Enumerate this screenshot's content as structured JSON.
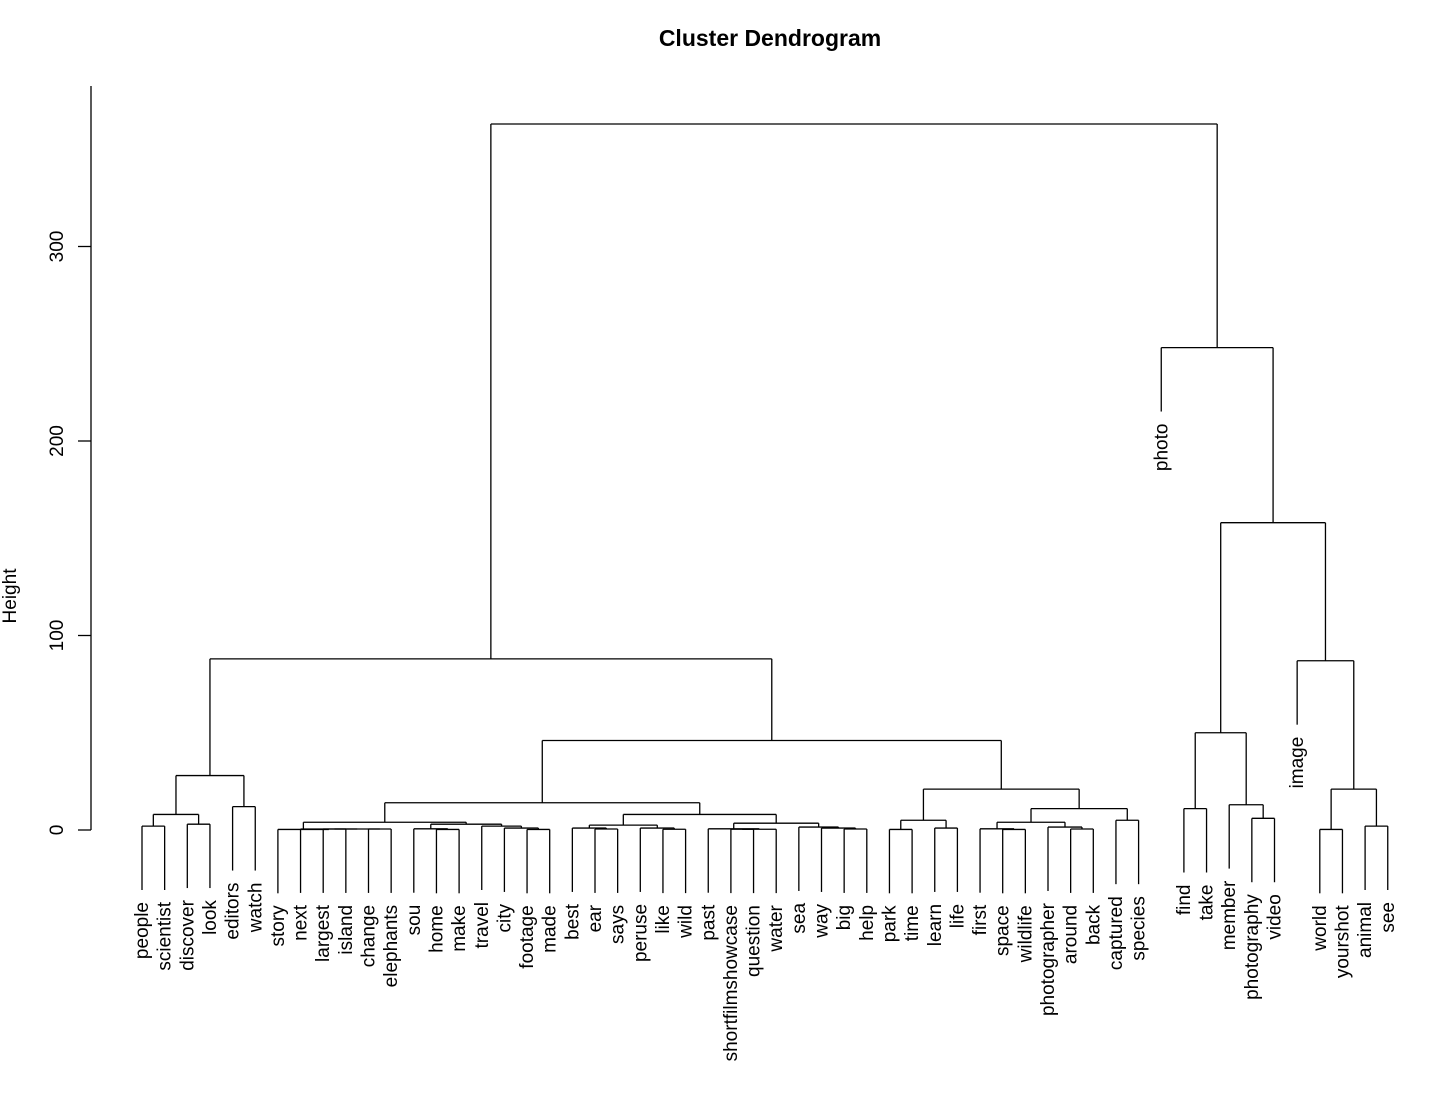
{
  "chart_data": {
    "type": "dendrogram",
    "title": "Cluster Dendrogram",
    "ylabel": "Height",
    "ylim": [
      0,
      365
    ],
    "yticks": [
      0,
      100,
      200,
      300
    ],
    "leaves": [
      "people",
      "scientist",
      "discover",
      "look",
      "editors",
      "watch",
      "story",
      "next",
      "largest",
      "island",
      "change",
      "elephants",
      "sou",
      "home",
      "make",
      "travel",
      "city",
      "footage",
      "made",
      "best",
      "ear",
      "says",
      "peruse",
      "like",
      "wild",
      "past",
      "shortfilmshowcase",
      "question",
      "water",
      "sea",
      "way",
      "big",
      "help",
      "park",
      "time",
      "learn",
      "life",
      "first",
      "space",
      "wildlife",
      "photographer",
      "around",
      "back",
      "captured",
      "species",
      "photo",
      "find",
      "take",
      "member",
      "photography",
      "video",
      "image",
      "world",
      "yourshot",
      "animal",
      "see"
    ],
    "merges": [
      {
        "a": "L0",
        "b": "L1",
        "h": 2
      },
      {
        "a": "L2",
        "b": "L3",
        "h": 3
      },
      {
        "a": "M0",
        "b": "M1",
        "h": 8
      },
      {
        "a": "L4",
        "b": "L5",
        "h": 12
      },
      {
        "a": "M2",
        "b": "M3",
        "h": 28
      },
      {
        "a": "L8",
        "b": "L9",
        "h": 0.5
      },
      {
        "a": "L10",
        "b": "L11",
        "h": 0.5
      },
      {
        "a": "M5",
        "b": "M6",
        "h": 0.5
      },
      {
        "a": "L7",
        "b": "M7",
        "h": 0.5
      },
      {
        "a": "L6",
        "b": "M8",
        "h": 0.3
      },
      {
        "a": "L13",
        "b": "L14",
        "h": 0.3
      },
      {
        "a": "L12",
        "b": "M10",
        "h": 0.6
      },
      {
        "a": "L17",
        "b": "L18",
        "h": 0.3
      },
      {
        "a": "L16",
        "b": "M12",
        "h": 1
      },
      {
        "a": "L15",
        "b": "M13",
        "h": 2
      },
      {
        "a": "M11",
        "b": "M14",
        "h": 3
      },
      {
        "a": "M9",
        "b": "M15",
        "h": 4
      },
      {
        "a": "L20",
        "b": "L21",
        "h": 0.5
      },
      {
        "a": "L19",
        "b": "M17",
        "h": 1
      },
      {
        "a": "L23",
        "b": "L24",
        "h": 0.4
      },
      {
        "a": "L22",
        "b": "M19",
        "h": 1
      },
      {
        "a": "M18",
        "b": "M20",
        "h": 2.5
      },
      {
        "a": "L26",
        "b": "L27",
        "h": 0.4
      },
      {
        "a": "M22",
        "b": "L28",
        "h": 0.4
      },
      {
        "a": "L25",
        "b": "M23",
        "h": 0.6
      },
      {
        "a": "L31",
        "b": "L32",
        "h": 0.5
      },
      {
        "a": "L30",
        "b": "M25",
        "h": 1
      },
      {
        "a": "L29",
        "b": "M26",
        "h": 1.5
      },
      {
        "a": "M24",
        "b": "M27",
        "h": 3.5
      },
      {
        "a": "M21",
        "b": "M28",
        "h": 8
      },
      {
        "a": "M16",
        "b": "M29",
        "h": 14
      },
      {
        "a": "L33",
        "b": "L34",
        "h": 0.3
      },
      {
        "a": "L35",
        "b": "L36",
        "h": 1
      },
      {
        "a": "M31",
        "b": "M32",
        "h": 5
      },
      {
        "a": "L38",
        "b": "L39",
        "h": 0.3
      },
      {
        "a": "L37",
        "b": "M34",
        "h": 0.6
      },
      {
        "a": "L41",
        "b": "L42",
        "h": 0.5
      },
      {
        "a": "L40",
        "b": "M36",
        "h": 1.5
      },
      {
        "a": "M35",
        "b": "M37",
        "h": 4
      },
      {
        "a": "L43",
        "b": "L44",
        "h": 5
      },
      {
        "a": "M38",
        "b": "M39",
        "h": 11
      },
      {
        "a": "M33",
        "b": "M40",
        "h": 21
      },
      {
        "a": "M30",
        "b": "M41",
        "h": 46
      },
      {
        "a": "M4",
        "b": "M42",
        "h": 88
      },
      {
        "a": "L46",
        "b": "L47",
        "h": 11
      },
      {
        "a": "L49",
        "b": "L50",
        "h": 6
      },
      {
        "a": "L48",
        "b": "M45",
        "h": 13
      },
      {
        "a": "M44",
        "b": "M46",
        "h": 50
      },
      {
        "a": "L52",
        "b": "L53",
        "h": 0.3
      },
      {
        "a": "L54",
        "b": "L55",
        "h": 2
      },
      {
        "a": "M48",
        "b": "M49",
        "h": 21
      },
      {
        "a": "L51",
        "b": "M50",
        "h": 87
      },
      {
        "a": "M47",
        "b": "M51",
        "h": 158
      },
      {
        "a": "L45",
        "b": "M52",
        "h": 248
      },
      {
        "a": "M43",
        "b": "M53",
        "h": 363
      }
    ]
  }
}
